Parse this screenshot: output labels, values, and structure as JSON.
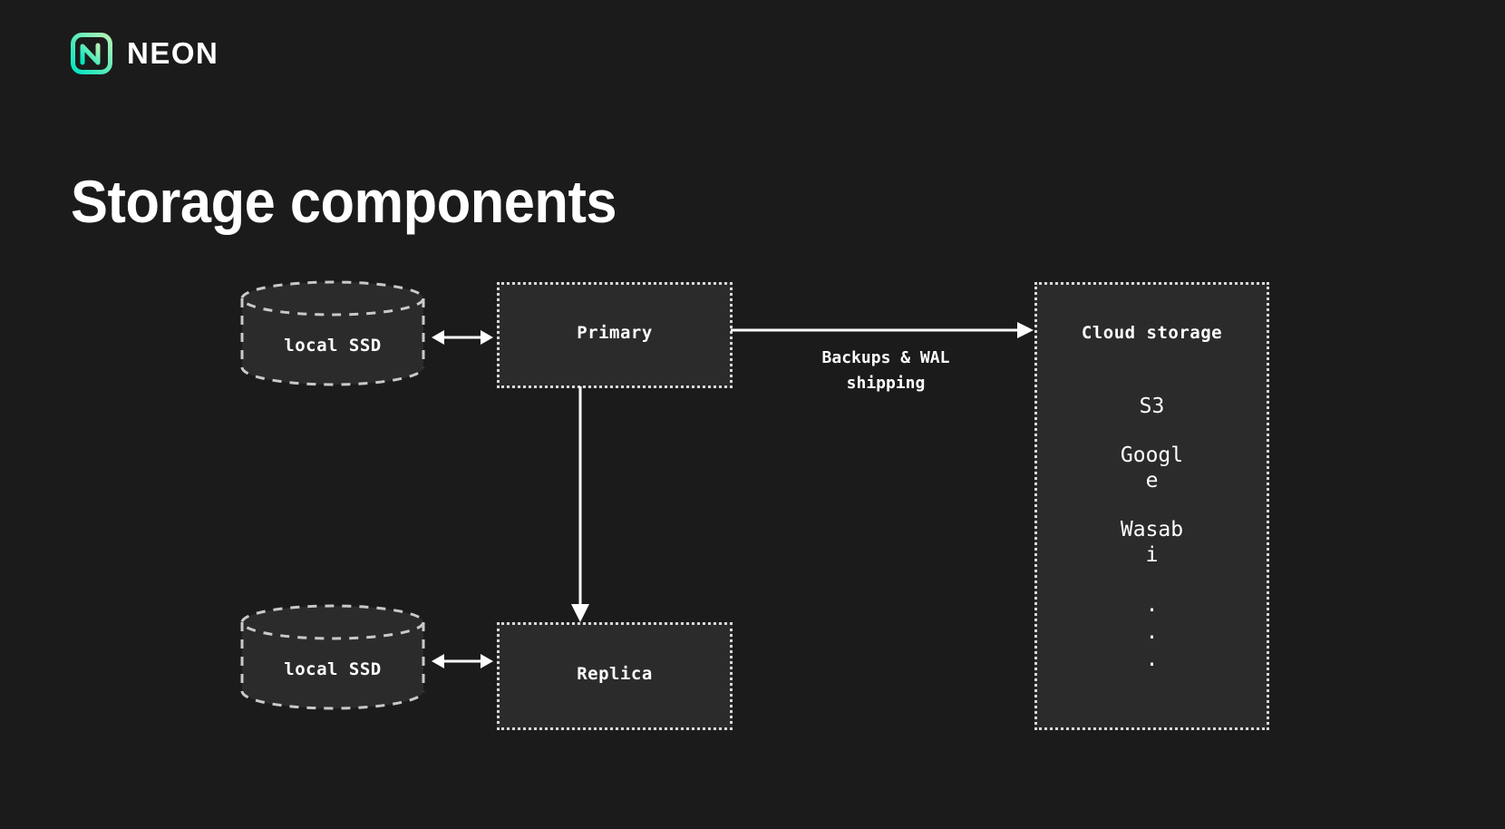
{
  "brand": {
    "logo_icon": "neon-logo-mark",
    "name": "NEON",
    "gradient_start": "#00e5c0",
    "gradient_end": "#aaf0b2"
  },
  "page": {
    "title": "Storage components",
    "background_color": "#1b1b1b",
    "node_fill_color": "#2b2b2b",
    "stroke_color": "#d8d8d8",
    "text_color": "#ffffff"
  },
  "diagram": {
    "nodes": {
      "local_ssd_primary": {
        "label": "local SSD",
        "shape": "cylinder"
      },
      "local_ssd_replica": {
        "label": "local SSD",
        "shape": "cylinder"
      },
      "primary": {
        "label": "Primary",
        "shape": "box"
      },
      "replica": {
        "label": "Replica",
        "shape": "box"
      },
      "cloud_storage": {
        "label": "Cloud storage",
        "shape": "box",
        "items": [
          "S3",
          "Google",
          "Wasabi"
        ],
        "ellipsis": [
          ".",
          ".",
          "."
        ]
      }
    },
    "edges": {
      "ssd_primary": {
        "label": "",
        "style": "double-arrow"
      },
      "ssd_replica": {
        "label": "",
        "style": "double-arrow"
      },
      "primary_cloud": {
        "label": "Backups & WAL shipping",
        "style": "arrow-right"
      },
      "primary_replica": {
        "label": "",
        "style": "arrow-down"
      }
    }
  }
}
